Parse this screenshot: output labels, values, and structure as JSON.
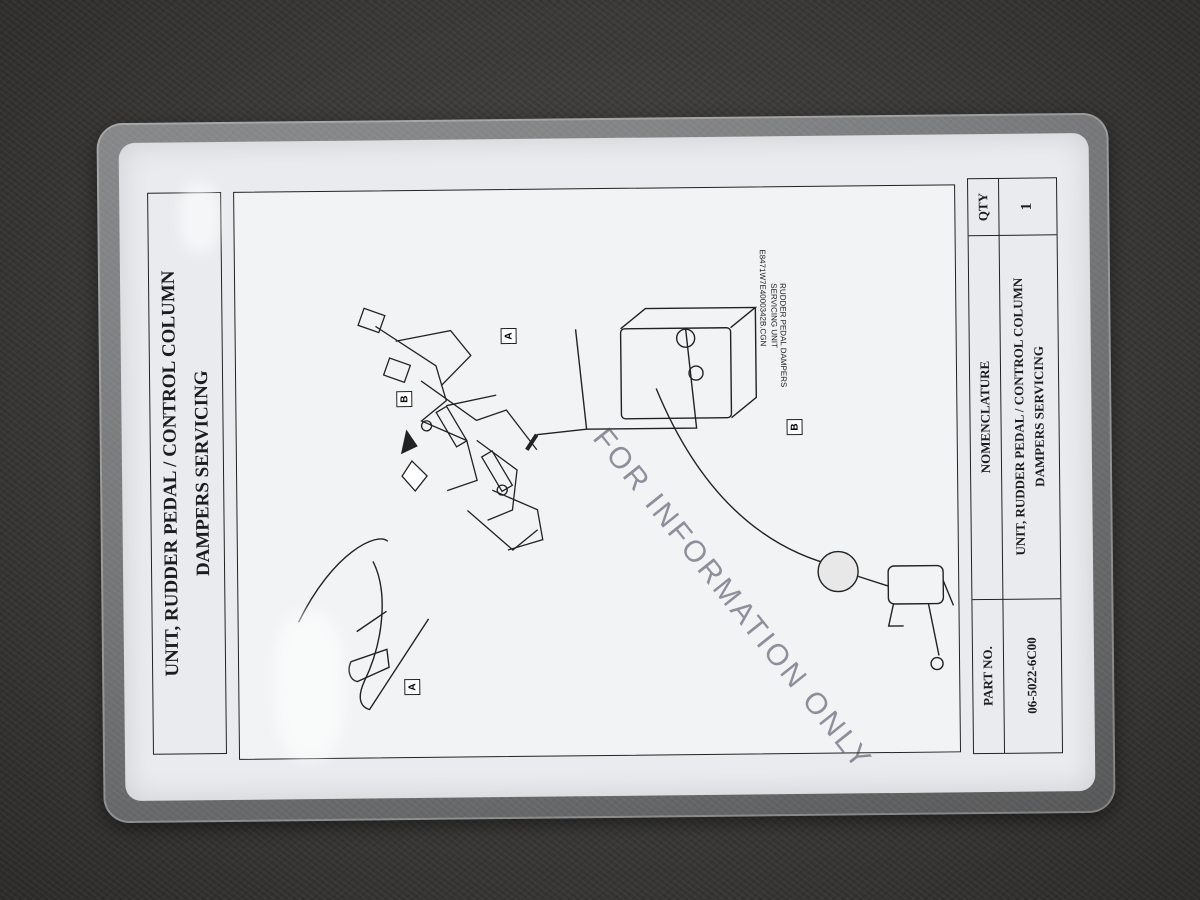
{
  "title_block": {
    "line1": "UNIT, RUDDER PEDAL / CONTROL COLUMN",
    "line2": "DAMPERS SERVICING"
  },
  "parts_table": {
    "headers": {
      "part_no": "PART NO.",
      "nomenclature": "NOMENCLATURE",
      "qty": "QTY"
    },
    "row": {
      "part_no": "06-5022-6C00",
      "nomenclature_line1": "UNIT, RUDDER PEDAL / CONTROL COLUMN",
      "nomenclature_line2": "DAMPERS SERVICING",
      "qty": "1"
    }
  },
  "drawing": {
    "callout_a": "A",
    "callout_b": "B",
    "unit_label_line1": "RUDDER PEDAL DAMPERS",
    "unit_label_line2": "SERVICING UNIT",
    "figure_code": "E8471W7E4000342B.CGN",
    "watermark": "FOR INFORMATION ONLY"
  }
}
